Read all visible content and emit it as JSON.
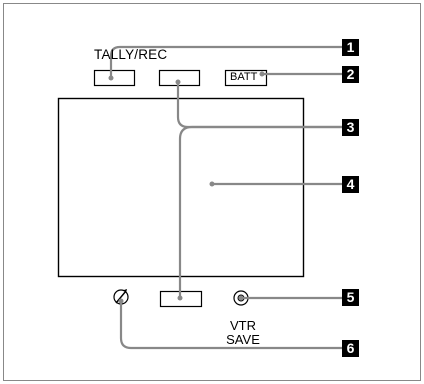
{
  "labels": {
    "tally_rec": "TALLY/REC",
    "batt": "BATT",
    "vtr_save": "VTR SAVE"
  },
  "callouts": {
    "c1": "1",
    "c2": "2",
    "c3": "3",
    "c4": "4",
    "c5": "5",
    "c6": "6"
  },
  "colors": {
    "line": "#000000",
    "frame_border": "#888888",
    "callout_bg": "#000000",
    "callout_text": "#ffffff"
  }
}
